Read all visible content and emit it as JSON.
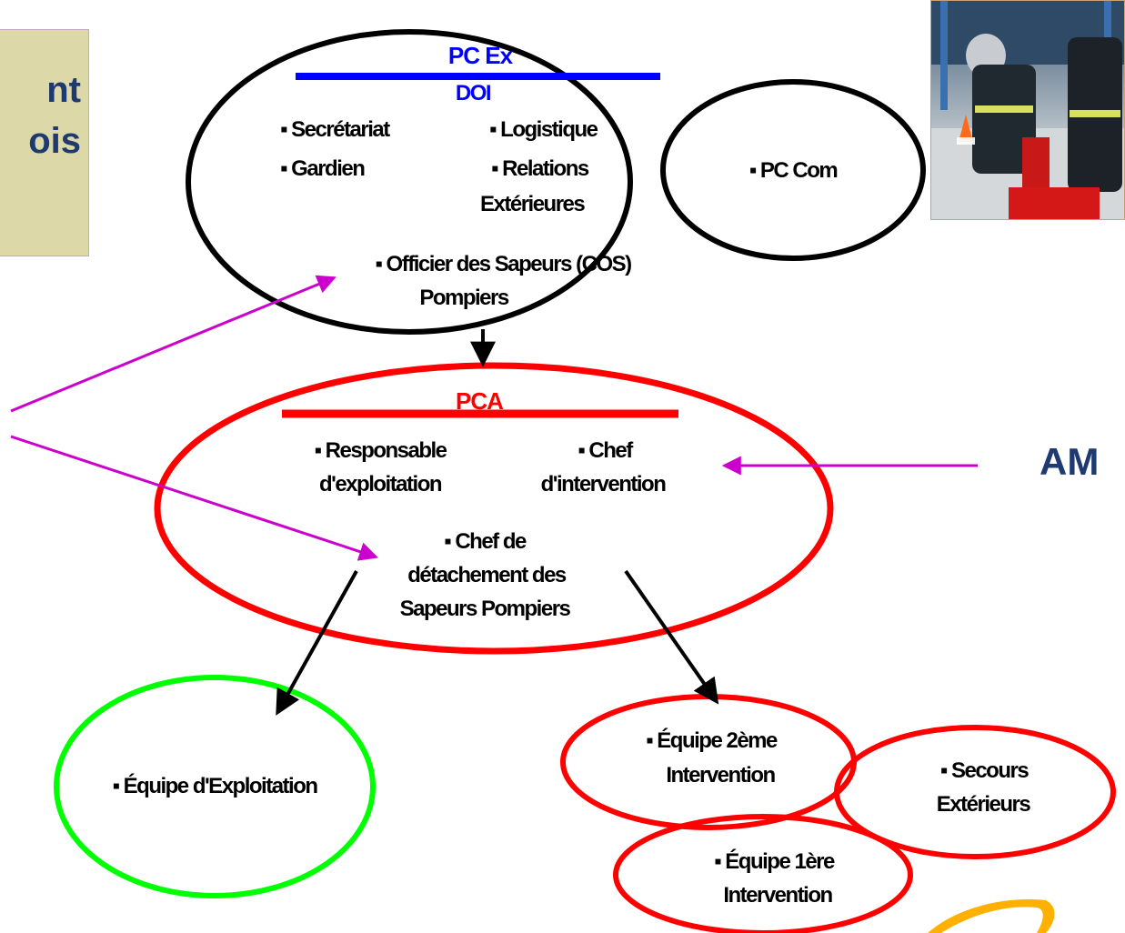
{
  "title_box": {
    "line1": "nt",
    "line2": "ois"
  },
  "side_label": "AM",
  "photo": {
    "icon": "firefighters-photo"
  },
  "nodes": {
    "pcex": {
      "title": "PC Ex",
      "subtitle": "DOI",
      "items": [
        "▪ Secrétariat",
        "▪ Logistique",
        "▪ Gardien",
        "▪ Relations",
        "Extérieures"
      ],
      "officer_line1": "▪ Officier des Sapeurs (COS)",
      "officer_line2": "Pompiers"
    },
    "pccom": {
      "label": "▪ PC Com"
    },
    "pca": {
      "title": "PCA",
      "item1_line1": "▪ Responsable",
      "item1_line2": "d'exploitation",
      "item2_line1": "▪ Chef",
      "item2_line2": "d'intervention",
      "item3_line1": "▪ Chef de",
      "item3_line2": "détachement des",
      "item3_line3": "Sapeurs Pompiers"
    },
    "exploitation": {
      "label": "▪ Équipe d'Exploitation"
    },
    "equipe2": {
      "line1": "▪ Équipe 2ème",
      "line2": "Intervention"
    },
    "secours": {
      "line1": "▪ Secours",
      "line2": "Extérieurs"
    },
    "equipe1": {
      "line1": "▪ Équipe 1ère",
      "line2": "Intervention"
    }
  },
  "colors": {
    "pcex_outline": "#000000",
    "pca_outline": "#ff0000",
    "exploitation_outline": "#00ff00",
    "team_outline": "#ff0000",
    "pcex_accent": "#0000ff",
    "pca_accent": "#ff0000",
    "pointer_arrows": "#cc00cc",
    "title_text": "#1f3a70",
    "title_box_bg": "#ddd8a8",
    "logo_swoosh": "#ffb000"
  }
}
